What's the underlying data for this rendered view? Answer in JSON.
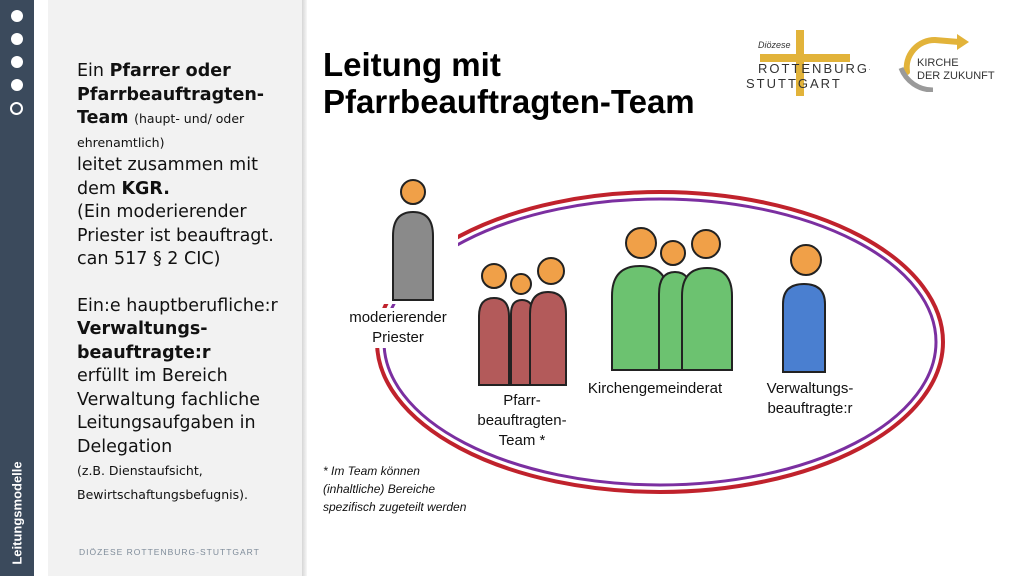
{
  "sidebar": {
    "vertical_label": "Leitungsmodelle",
    "nav_dots": 5,
    "active_dot": 4
  },
  "left_panel": {
    "p1_intro": "Ein ",
    "p1_bold": "Pfarrer oder Pfarrbeauftragten-Team",
    "p1_small": "(haupt- und/ oder ehrenamtlich)",
    "p1_text": "leitet zusammen mit dem ",
    "p1_kgr": "KGR.",
    "p1_paren": "(Ein moderierender Priester ist beauftragt. can 517 § 2 CIC)",
    "p2_intro": "Ein:e hauptberufliche:r",
    "p2_bold": "Verwaltungs-beauftragte:r",
    "p2_text": "erfüllt im Bereich Verwaltung fachliche Leitungsaufgaben in Delegation",
    "p2_small": "(z.B. Dienstaufsicht, Bewirtschaftungsbefugnis).",
    "footer": "DIÖZESE ROTTENBURG-STUTTGART"
  },
  "header": {
    "title_line1": "Leitung mit",
    "title_line2": "Pfarrbeauftragten-Team"
  },
  "logos": {
    "diocese_small": "Diözese",
    "diocese_line1": "ROTTENBURG-",
    "diocese_line2": "STUTTGART",
    "kdz_line1": "KIRCHE",
    "kdz_line2": "DER ZUKUNFT"
  },
  "diagram": {
    "priest_label_1": "moderierender",
    "priest_label_2": "Priester",
    "team_label_1": "Pfarr-",
    "team_label_2": "beauftragten-",
    "team_label_3": "Team *",
    "kgr_label": "Kirchengemeinderat",
    "admin_label_1": "Verwaltungs-",
    "admin_label_2": "beauftragte:r",
    "footnote_1": "* Im Team können",
    "footnote_2": "(inhaltliche) Bereiche",
    "footnote_3": "spezifisch zugeteilt werden"
  },
  "colors": {
    "sidebar": "#3b4a5c",
    "panel": "#f2f2f2",
    "ellipse_outer": "#c0222c",
    "ellipse_inner": "#7b2fa0",
    "head": "#f0a048",
    "priest_body": "#8a8a8a",
    "team_body": "#b35a5a",
    "kgr_body": "#6cc270",
    "admin_body": "#4a7fd0",
    "logo_gold": "#e2b33a"
  },
  "icons": [
    "nav-dot",
    "person-figure-icon",
    "diocese-cross-logo",
    "kirche-der-zukunft-logo"
  ]
}
